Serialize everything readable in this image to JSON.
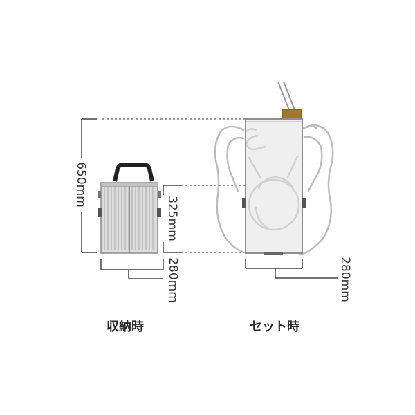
{
  "labels": {
    "total_height": "650mm",
    "folded_height": "325mm",
    "folded_width": "280mm",
    "set_width": "280mm"
  },
  "captions": {
    "stored": "収納時",
    "set": "セット時"
  },
  "colors": {
    "line": "#444444",
    "dotted": "#777777",
    "metal": "#d9d9d9",
    "metal_dark": "#9a9a9a",
    "handle": "#222222",
    "person_outline": "#bdbdbd",
    "strap": "#a0772e"
  }
}
